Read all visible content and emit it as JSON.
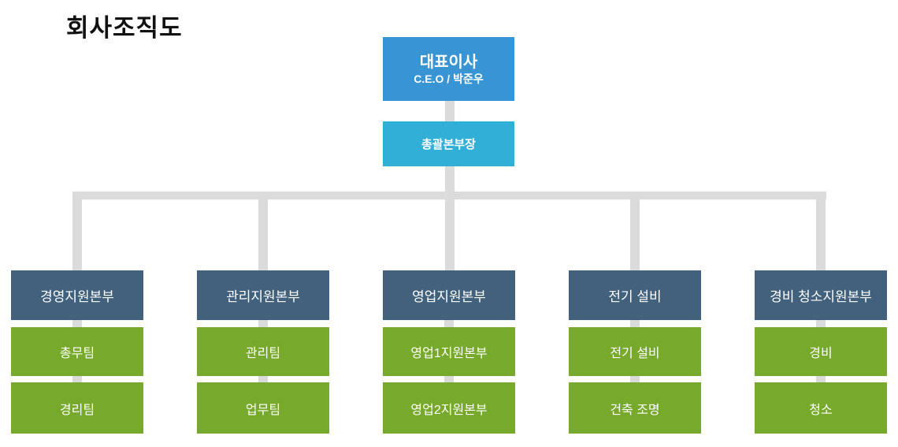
{
  "title": "회사조직도",
  "colors": {
    "ceo": "#3994D3",
    "director": "#32AFD6",
    "branch_header": "#41617C",
    "team": "#77A92C",
    "connector": "#DBDBDB",
    "title_color": "#111111"
  },
  "ceo": {
    "title": "대표이사",
    "subtitle": "C.E.O / 박준우"
  },
  "general_director": {
    "title": "총괄본부장"
  },
  "branches": [
    {
      "header": "경영지원본부",
      "teams": [
        "총무팀",
        "경리팀"
      ]
    },
    {
      "header": "관리지원본부",
      "teams": [
        "관리팀",
        "업무팀"
      ]
    },
    {
      "header": "영업지원본부",
      "teams": [
        "영업1지원본부",
        "영업2지원본부"
      ]
    },
    {
      "header": "전기 설비",
      "teams": [
        "전기 설비",
        "건축 조명"
      ]
    },
    {
      "header": "경비 청소지원본부",
      "teams": [
        "경비",
        "청소"
      ]
    }
  ]
}
